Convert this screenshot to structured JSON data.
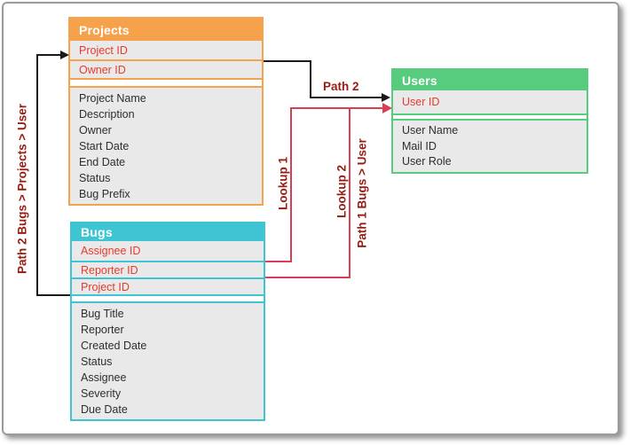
{
  "tables": {
    "projects": {
      "title": "Projects",
      "keys": [
        "Project ID",
        "Owner ID"
      ],
      "fields": [
        "Project Name",
        "Description",
        "Owner",
        "Start Date",
        "End Date",
        "Status",
        "Bug Prefix"
      ]
    },
    "bugs": {
      "title": "Bugs",
      "keys": [
        "Assignee ID",
        "Reporter ID",
        "Project ID"
      ],
      "fields": [
        "Bug Title",
        "Reporter",
        "Created Date",
        "Status",
        "Assignee",
        "Severity",
        "Due Date"
      ]
    },
    "users": {
      "title": "Users",
      "keys": [
        "User ID"
      ],
      "fields": [
        "User Name",
        "Mail ID",
        "User Role"
      ]
    }
  },
  "labels": {
    "path2": "Path 2",
    "lookup1": "Lookup 1",
    "lookup2": "Lookup 2",
    "path1_vertical": "Path 1 Bugs > User",
    "path2_vertical": "Path 2 Bugs > Projects > User"
  },
  "colors": {
    "projects_header": "#F6A24D",
    "bugs_header": "#3FC4D4",
    "users_header": "#57CB7E",
    "key_field_text": "#E93A2E",
    "relation_line_red": "#D64052",
    "relation_label_red": "#971D12",
    "relation_line_black": "#1A1A1A",
    "cell_background": "#E9E9E9"
  }
}
